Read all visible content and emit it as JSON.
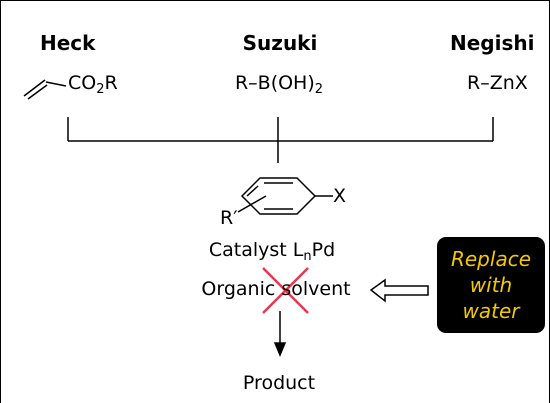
{
  "reactions": {
    "heck": {
      "name": "Heck",
      "reagent_main": "CO",
      "reagent_sub": "2",
      "reagent_tail": "R"
    },
    "suzuki": {
      "name": "Suzuki",
      "reagent_main": "R–B(OH)",
      "reagent_sub": "2"
    },
    "negishi": {
      "name": "Negishi",
      "reagent": "R–ZnX"
    }
  },
  "aryl_halide": {
    "substituent": "R′",
    "halide": "X"
  },
  "catalyst": {
    "main": "Catalyst L",
    "sub": "n",
    "tail": "Pd"
  },
  "solvent": {
    "label": "Organic solvent"
  },
  "product": {
    "label": "Product"
  },
  "callout": {
    "line1": "Replace",
    "line2": "with",
    "line3": "water"
  },
  "colors": {
    "cross": "#e8384f",
    "callout_bg": "#000000",
    "callout_text": "#f5c800"
  }
}
